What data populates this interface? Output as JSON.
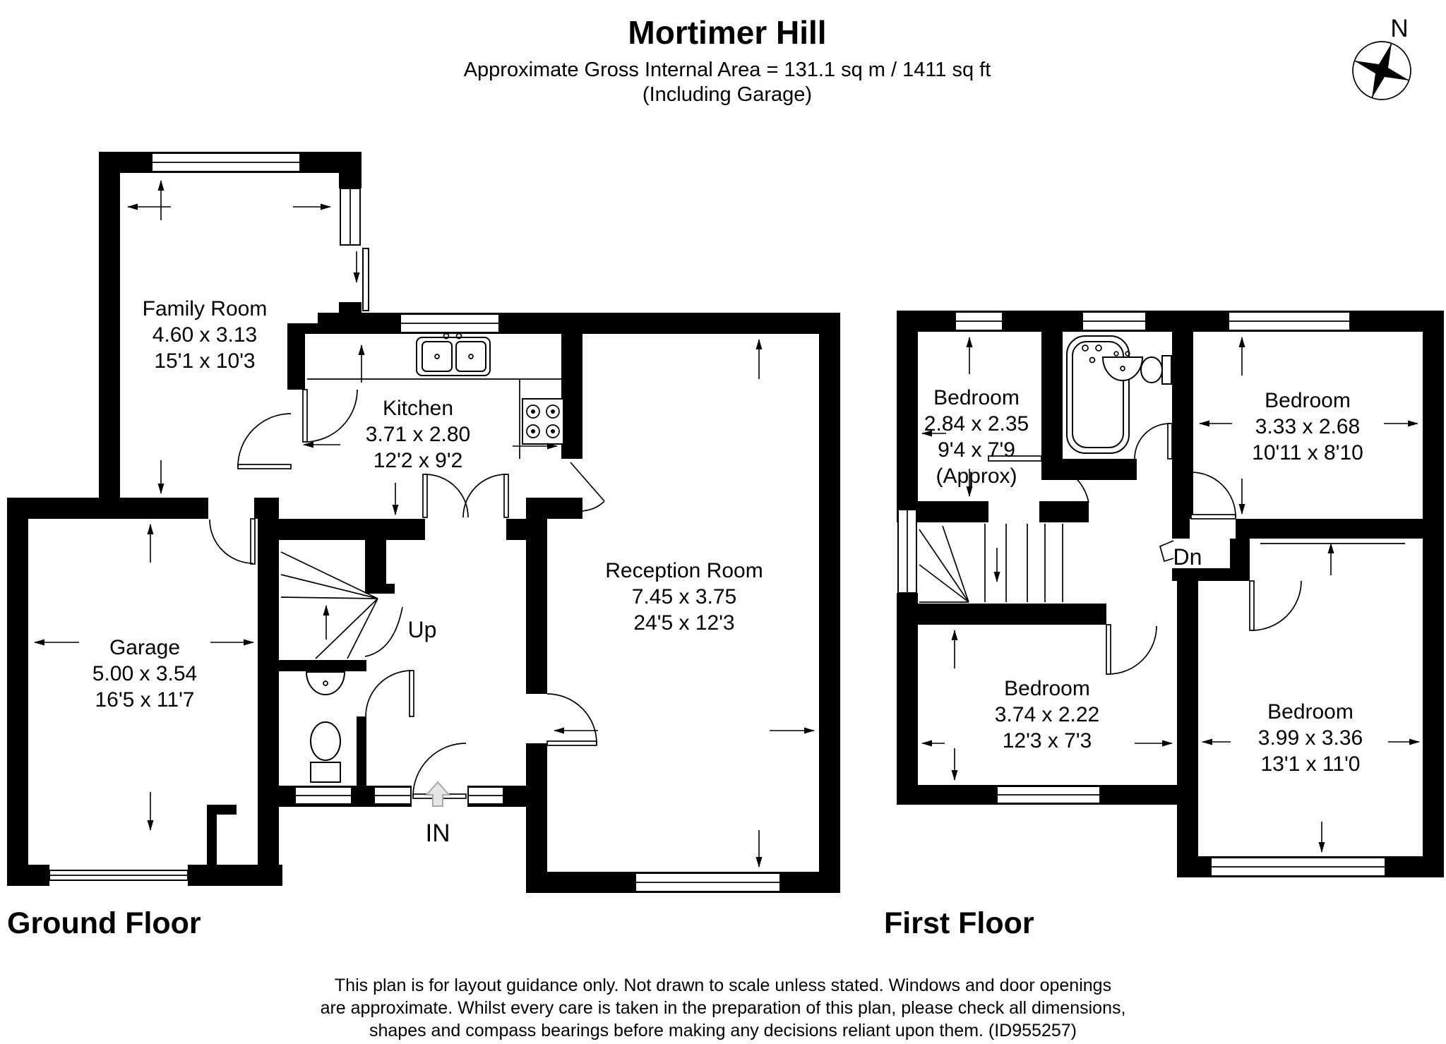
{
  "header": {
    "title": "Mortimer Hill",
    "area_line": "Approximate Gross Internal Area = 131.1 sq m / 1411 sq ft",
    "including_line": "(Including Garage)"
  },
  "compass": {
    "north_label": "N"
  },
  "ground_floor": {
    "label": "Ground Floor",
    "stairs_label": "Up",
    "entrance_label": "IN",
    "rooms": {
      "family_room": {
        "name": "Family Room",
        "metric": "4.60 x 3.13",
        "imperial": "15'1 x 10'3"
      },
      "kitchen": {
        "name": "Kitchen",
        "metric": "3.71 x 2.80",
        "imperial": "12'2 x 9'2"
      },
      "reception_room": {
        "name": "Reception Room",
        "metric": "7.45 x 3.75",
        "imperial": "24'5 x 12'3"
      },
      "garage": {
        "name": "Garage",
        "metric": "5.00 x 3.54",
        "imperial": "16'5 x 11'7"
      }
    }
  },
  "first_floor": {
    "label": "First Floor",
    "stairs_label": "Dn",
    "rooms": {
      "bedroom_top_left": {
        "name": "Bedroom",
        "metric": "2.84 x 2.35",
        "imperial": "9'4 x 7'9",
        "note": "(Approx)"
      },
      "bedroom_top_right": {
        "name": "Bedroom",
        "metric": "3.33 x 2.68",
        "imperial": "10'11 x 8'10"
      },
      "bedroom_bottom_left": {
        "name": "Bedroom",
        "metric": "3.74 x 2.22",
        "imperial": "12'3 x 7'3"
      },
      "bedroom_bottom_right": {
        "name": "Bedroom",
        "metric": "3.99 x 3.36",
        "imperial": "13'1 x 11'0"
      }
    }
  },
  "footer": {
    "line1": "This plan is for layout guidance only. Not drawn to scale unless stated. Windows and door openings",
    "line2": "are approximate. Whilst every care is taken in the preparation of this plan, please check all dimensions,",
    "line3": "shapes and compass bearings before making any decisions reliant upon them. (ID955257)"
  },
  "colors": {
    "wall": "#000000",
    "background": "#ffffff",
    "entrance_arrow": "#e6e6e6"
  }
}
